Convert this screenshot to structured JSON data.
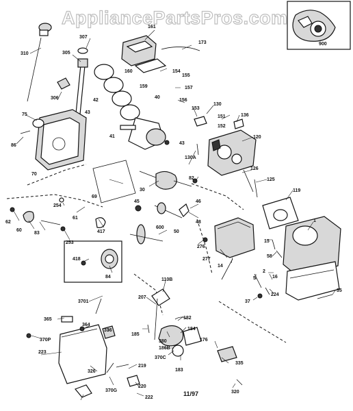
{
  "watermark": "AppliancePartsPros.com",
  "date_code": "11/97",
  "callouts": [
    {
      "id": "c310",
      "text": "310"
    },
    {
      "id": "c307",
      "text": "307"
    },
    {
      "id": "c305",
      "text": "305"
    },
    {
      "id": "c306",
      "text": "306"
    },
    {
      "id": "c75",
      "text": "75"
    },
    {
      "id": "c86",
      "text": "86"
    },
    {
      "id": "c70",
      "text": "70"
    },
    {
      "id": "c42",
      "text": "42"
    },
    {
      "id": "c40",
      "text": "40"
    },
    {
      "id": "c43a",
      "text": "43"
    },
    {
      "id": "c41",
      "text": "41"
    },
    {
      "id": "c43b",
      "text": "43"
    },
    {
      "id": "c161",
      "text": "161"
    },
    {
      "id": "c160",
      "text": "160"
    },
    {
      "id": "c173",
      "text": "173"
    },
    {
      "id": "c154",
      "text": "154"
    },
    {
      "id": "c155",
      "text": "155"
    },
    {
      "id": "c159",
      "text": "159"
    },
    {
      "id": "c157",
      "text": "157"
    },
    {
      "id": "c156",
      "text": "156"
    },
    {
      "id": "c153",
      "text": "153"
    },
    {
      "id": "c130",
      "text": "130"
    },
    {
      "id": "c151",
      "text": "151"
    },
    {
      "id": "c136",
      "text": "136"
    },
    {
      "id": "c152",
      "text": "152"
    },
    {
      "id": "c120",
      "text": "120"
    },
    {
      "id": "c130a",
      "text": "130A"
    },
    {
      "id": "c900",
      "text": "900"
    },
    {
      "id": "c69",
      "text": "69"
    },
    {
      "id": "c30",
      "text": "30"
    },
    {
      "id": "c82",
      "text": "82"
    },
    {
      "id": "c126",
      "text": "126"
    },
    {
      "id": "c125",
      "text": "125"
    },
    {
      "id": "c119",
      "text": "119"
    },
    {
      "id": "c1",
      "text": "1"
    },
    {
      "id": "c46",
      "text": "46"
    },
    {
      "id": "c48",
      "text": "48"
    },
    {
      "id": "c45",
      "text": "45"
    },
    {
      "id": "c50",
      "text": "50"
    },
    {
      "id": "c600",
      "text": "600"
    },
    {
      "id": "c254",
      "text": "254"
    },
    {
      "id": "c61",
      "text": "61"
    },
    {
      "id": "c62",
      "text": "62"
    },
    {
      "id": "c60",
      "text": "60"
    },
    {
      "id": "c83",
      "text": "83"
    },
    {
      "id": "c253",
      "text": "253"
    },
    {
      "id": "c417",
      "text": "417"
    },
    {
      "id": "c418",
      "text": "418"
    },
    {
      "id": "c84",
      "text": "84"
    },
    {
      "id": "c276",
      "text": "276"
    },
    {
      "id": "c277",
      "text": "277"
    },
    {
      "id": "c14",
      "text": "14"
    },
    {
      "id": "c15",
      "text": "15"
    },
    {
      "id": "c58",
      "text": "58"
    },
    {
      "id": "c2",
      "text": "2"
    },
    {
      "id": "c16",
      "text": "16"
    },
    {
      "id": "c5",
      "text": "5"
    },
    {
      "id": "c35",
      "text": "35"
    },
    {
      "id": "c37",
      "text": "37"
    },
    {
      "id": "c224",
      "text": "224"
    },
    {
      "id": "c110b",
      "text": "110B"
    },
    {
      "id": "c3701",
      "text": "3701"
    },
    {
      "id": "c365",
      "text": "365"
    },
    {
      "id": "c364",
      "text": "364"
    },
    {
      "id": "c336",
      "text": "336"
    },
    {
      "id": "c370p",
      "text": "370P"
    },
    {
      "id": "c223",
      "text": "223"
    },
    {
      "id": "c207",
      "text": "207"
    },
    {
      "id": "c182",
      "text": "182"
    },
    {
      "id": "c185",
      "text": "185"
    },
    {
      "id": "c380",
      "text": "380"
    },
    {
      "id": "c184",
      "text": "184"
    },
    {
      "id": "c186b",
      "text": "186B"
    },
    {
      "id": "c176",
      "text": "176"
    },
    {
      "id": "c370c",
      "text": "370C"
    },
    {
      "id": "c183",
      "text": "183"
    },
    {
      "id": "c335",
      "text": "335"
    },
    {
      "id": "c326",
      "text": "326"
    },
    {
      "id": "c219",
      "text": "219"
    },
    {
      "id": "c370g",
      "text": "370G"
    },
    {
      "id": "c220",
      "text": "220"
    },
    {
      "id": "c222",
      "text": "222"
    },
    {
      "id": "c320",
      "text": "320"
    }
  ]
}
